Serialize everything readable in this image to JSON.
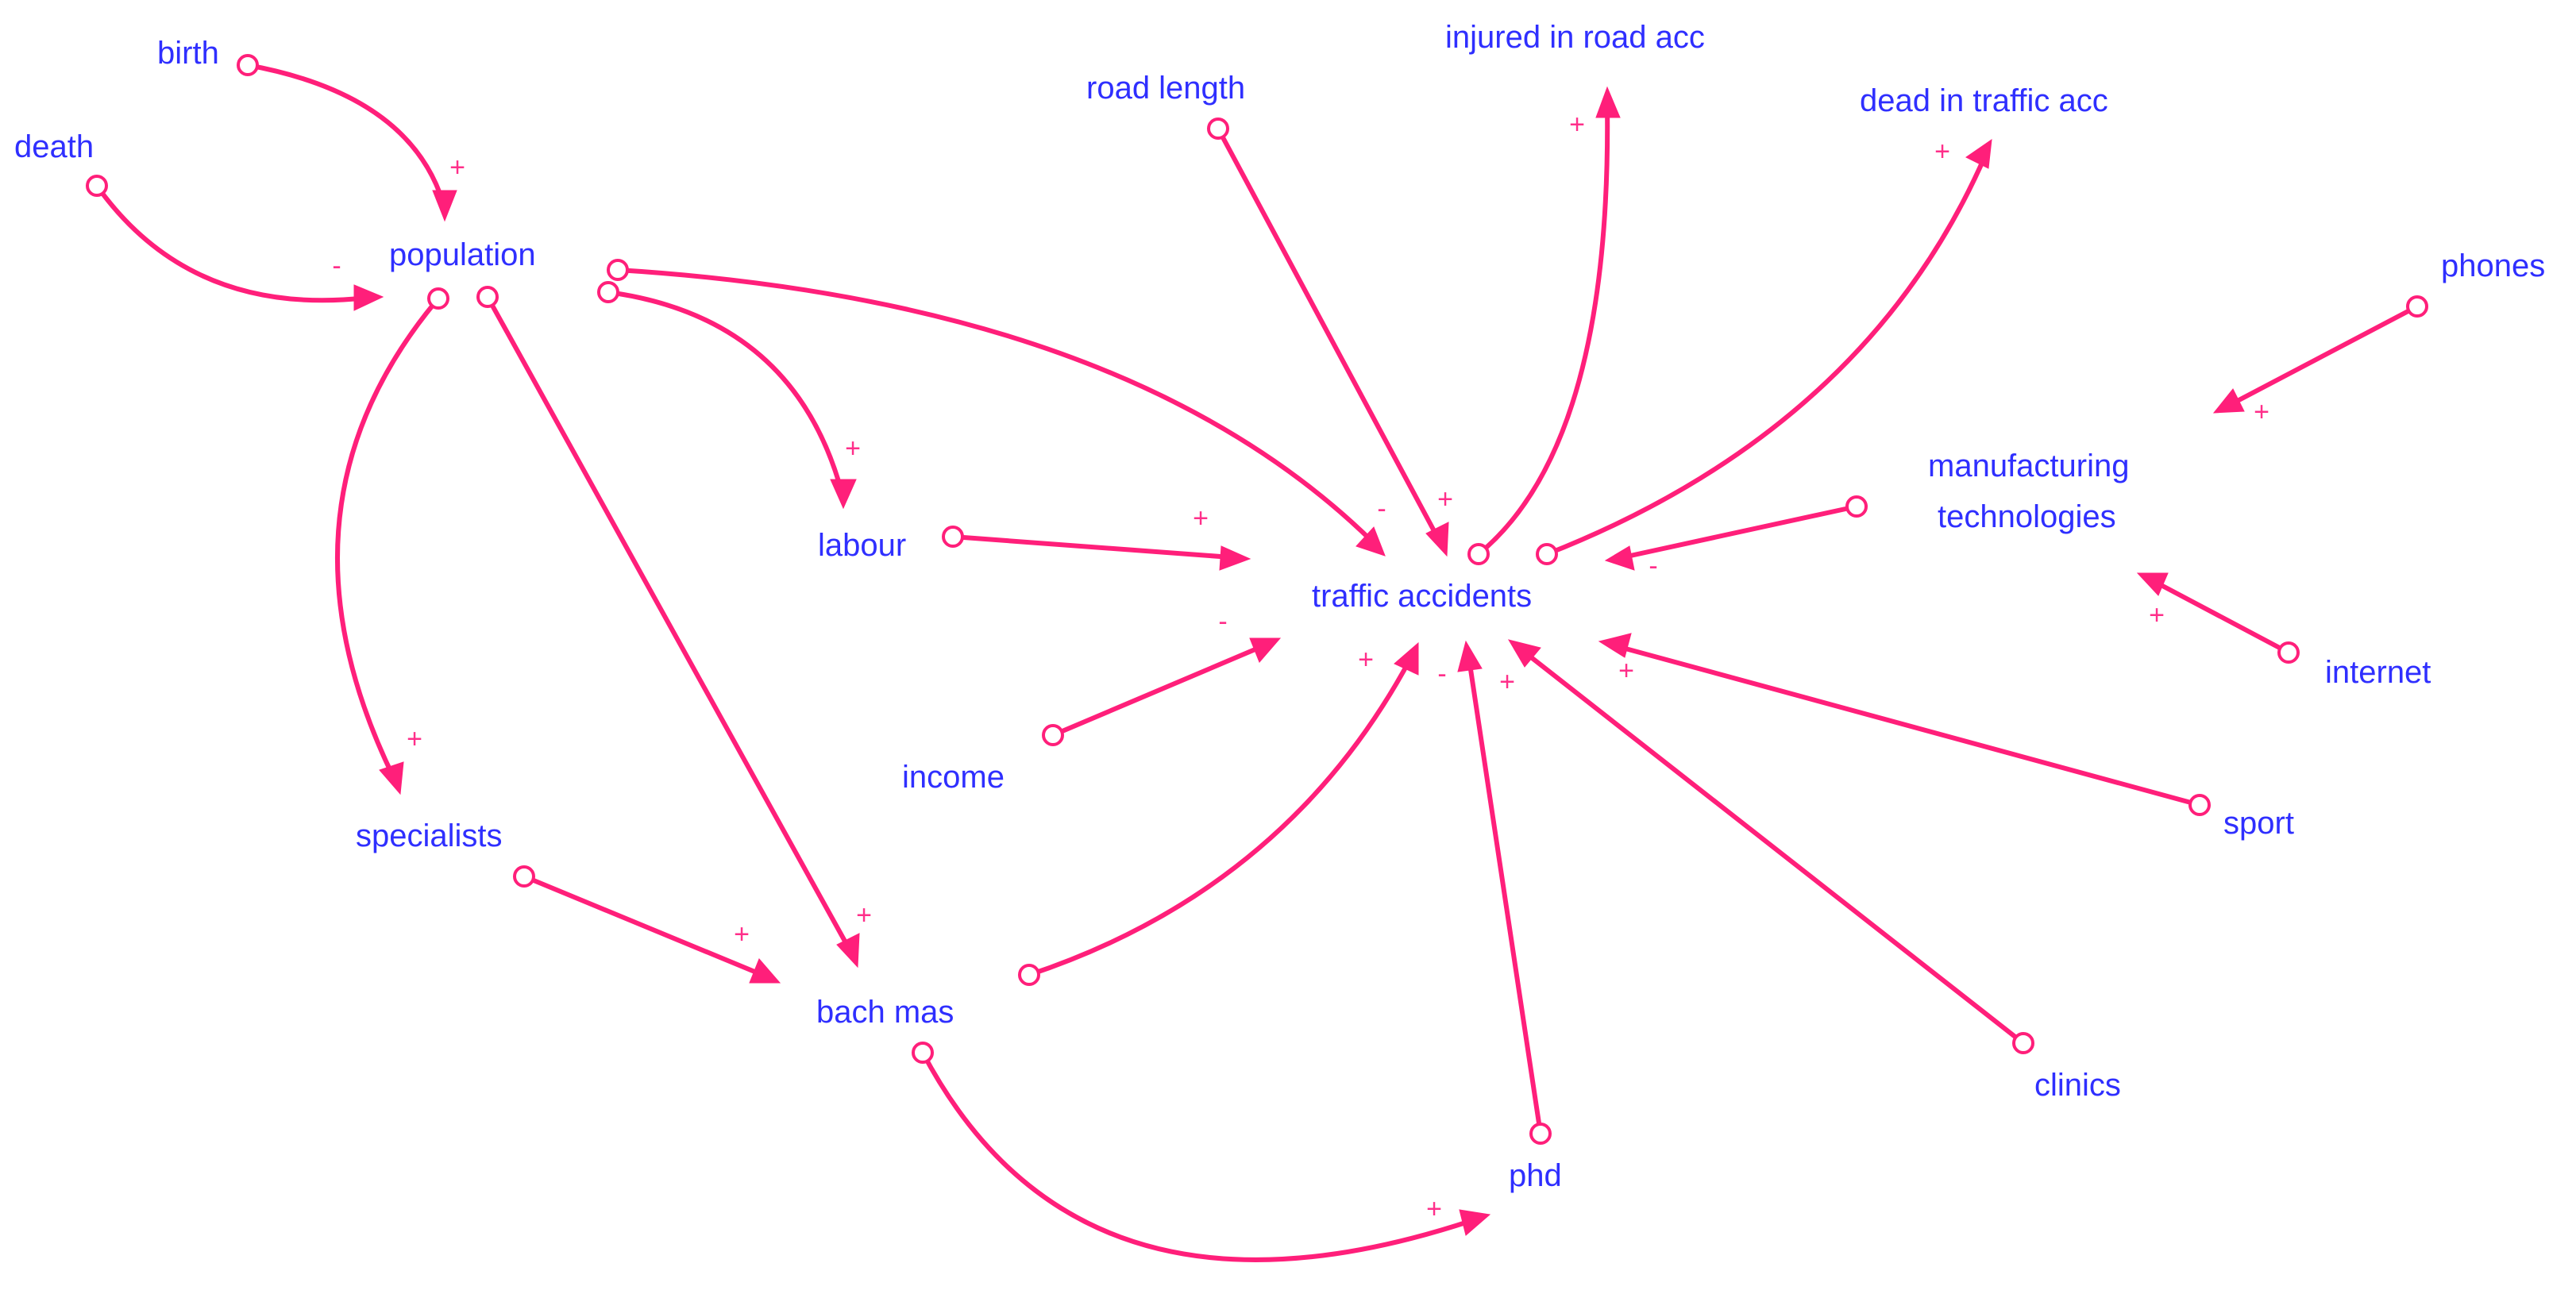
{
  "palette": {
    "node_text": "#2f2fff",
    "link": "#ff1f7a",
    "polarity": "#ff2f8a",
    "background": "#ffffff"
  },
  "nodes": [
    {
      "id": "birth",
      "label": "birth"
    },
    {
      "id": "death",
      "label": "death"
    },
    {
      "id": "population",
      "label": "population"
    },
    {
      "id": "labour",
      "label": "labour"
    },
    {
      "id": "specialists",
      "label": "specialists"
    },
    {
      "id": "bach_mas",
      "label": "bach mas"
    },
    {
      "id": "income",
      "label": "income"
    },
    {
      "id": "road_length",
      "label": "road length"
    },
    {
      "id": "injured",
      "label": "injured in road acc"
    },
    {
      "id": "dead",
      "label": "dead in traffic acc"
    },
    {
      "id": "traffic_accidents",
      "label": "traffic accidents"
    },
    {
      "id": "phones",
      "label": "phones"
    },
    {
      "id": "manufacturing_1",
      "label": "manufacturing"
    },
    {
      "id": "manufacturing_2",
      "label": "technologies"
    },
    {
      "id": "internet",
      "label": "internet"
    },
    {
      "id": "sport",
      "label": "sport"
    },
    {
      "id": "clinics",
      "label": "clinics"
    },
    {
      "id": "phd",
      "label": "phd"
    }
  ],
  "links": [
    {
      "id": "birth-population",
      "from": "birth",
      "to": "population",
      "polarity": "+"
    },
    {
      "id": "death-population",
      "from": "death",
      "to": "population",
      "polarity": "-"
    },
    {
      "id": "population-labour",
      "from": "population",
      "to": "labour",
      "polarity": "+"
    },
    {
      "id": "population-traffic",
      "from": "population",
      "to": "traffic accidents",
      "polarity": "-"
    },
    {
      "id": "population-specialists",
      "from": "population",
      "to": "specialists",
      "polarity": "+"
    },
    {
      "id": "population-bachmas",
      "from": "population",
      "to": "bach mas",
      "polarity": "+"
    },
    {
      "id": "specialists-bachmas",
      "from": "specialists",
      "to": "bach mas",
      "polarity": "+"
    },
    {
      "id": "bachmas-traffic",
      "from": "bach mas",
      "to": "traffic accidents",
      "polarity": "+"
    },
    {
      "id": "bachmas-phd",
      "from": "bach mas",
      "to": "phd",
      "polarity": "+"
    },
    {
      "id": "labour-traffic",
      "from": "labour",
      "to": "traffic accidents",
      "polarity": "+"
    },
    {
      "id": "income-traffic",
      "from": "income",
      "to": "traffic accidents",
      "polarity": "-"
    },
    {
      "id": "roadlength-traffic",
      "from": "road length",
      "to": "traffic accidents",
      "polarity": "+"
    },
    {
      "id": "traffic-injured",
      "from": "traffic accidents",
      "to": "injured in road acc",
      "polarity": "+"
    },
    {
      "id": "traffic-dead",
      "from": "traffic accidents",
      "to": "dead in traffic acc",
      "polarity": "+"
    },
    {
      "id": "manufacturing-traffic",
      "from": "manufacturing technologies",
      "to": "traffic accidents",
      "polarity": "-"
    },
    {
      "id": "sport-traffic",
      "from": "sport",
      "to": "traffic accidents",
      "polarity": "+"
    },
    {
      "id": "clinics-traffic",
      "from": "clinics",
      "to": "traffic accidents",
      "polarity": "+"
    },
    {
      "id": "phd-traffic",
      "from": "phd",
      "to": "traffic accidents",
      "polarity": "-"
    },
    {
      "id": "phones-manufacturing",
      "from": "phones",
      "to": "manufacturing technologies",
      "polarity": "+"
    },
    {
      "id": "internet-manufacturing",
      "from": "internet",
      "to": "manufacturing technologies",
      "polarity": "+"
    }
  ]
}
